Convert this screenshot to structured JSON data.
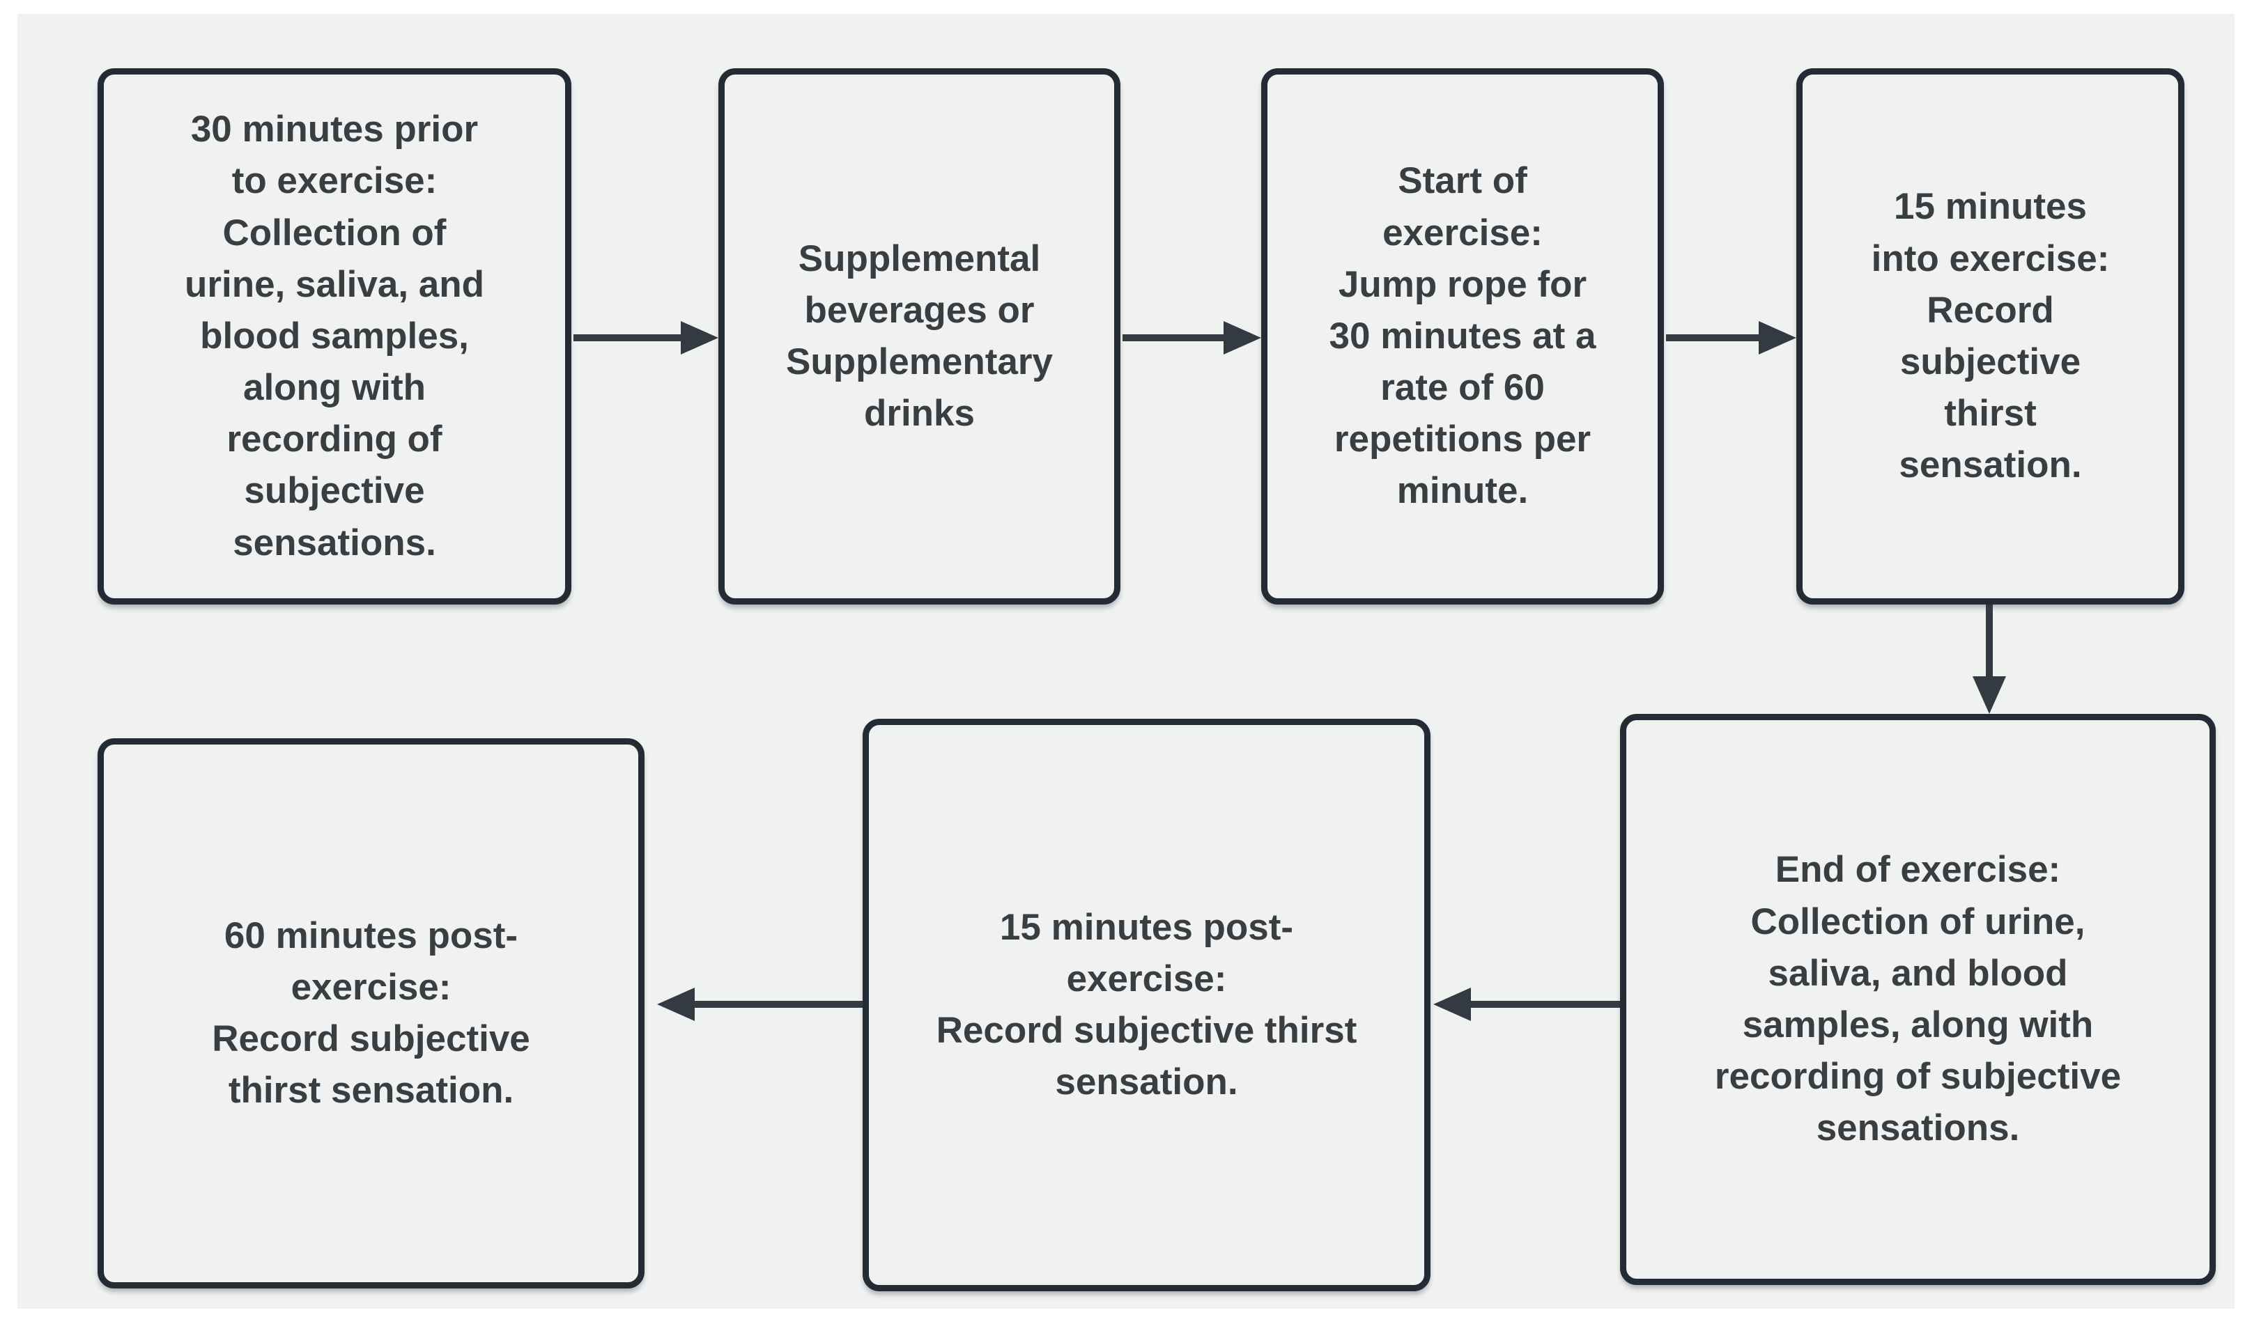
{
  "diagram": {
    "type": "flowchart",
    "colors": {
      "page_background": "#ffffff",
      "canvas_background": "#f0f1f1",
      "node_fill": "#f0f1f1",
      "node_border": "#232c35",
      "text": "#3a3d42",
      "arrow": "#333a42"
    },
    "nodes": [
      {
        "id": "pre-exercise-sampling",
        "text": "30 minutes prior\nto exercise:\nCollection of\nurine, saliva, and\nblood samples,\nalong with\nrecording of\nsubjective\nsensations."
      },
      {
        "id": "supplemental-beverages",
        "text": "Supplemental\nbeverages or\nSupplementary\ndrinks"
      },
      {
        "id": "start-of-exercise",
        "text": "Start of\nexercise:\nJump rope for\n30 minutes at a\nrate of 60\nrepetitions per\nminute."
      },
      {
        "id": "15-minutes-into-exercise",
        "text": "15 minutes\ninto exercise:\nRecord\nsubjective\nthirst\nsensation."
      },
      {
        "id": "end-of-exercise",
        "text": "End of exercise:\nCollection of urine,\nsaliva, and blood\nsamples, along with\nrecording of subjective\nsensations."
      },
      {
        "id": "15-minutes-post-exercise",
        "text": "15 minutes post-\nexercise:\nRecord subjective thirst\nsensation."
      },
      {
        "id": "60-minutes-post-exercise",
        "text": "60 minutes post-\nexercise:\nRecord subjective\nthirst sensation."
      }
    ],
    "edges": [
      {
        "from": "pre-exercise-sampling",
        "to": "supplemental-beverages",
        "direction": "right"
      },
      {
        "from": "supplemental-beverages",
        "to": "start-of-exercise",
        "direction": "right"
      },
      {
        "from": "start-of-exercise",
        "to": "15-minutes-into-exercise",
        "direction": "right"
      },
      {
        "from": "15-minutes-into-exercise",
        "to": "end-of-exercise",
        "direction": "down"
      },
      {
        "from": "end-of-exercise",
        "to": "15-minutes-post-exercise",
        "direction": "left"
      },
      {
        "from": "15-minutes-post-exercise",
        "to": "60-minutes-post-exercise",
        "direction": "left"
      }
    ]
  }
}
